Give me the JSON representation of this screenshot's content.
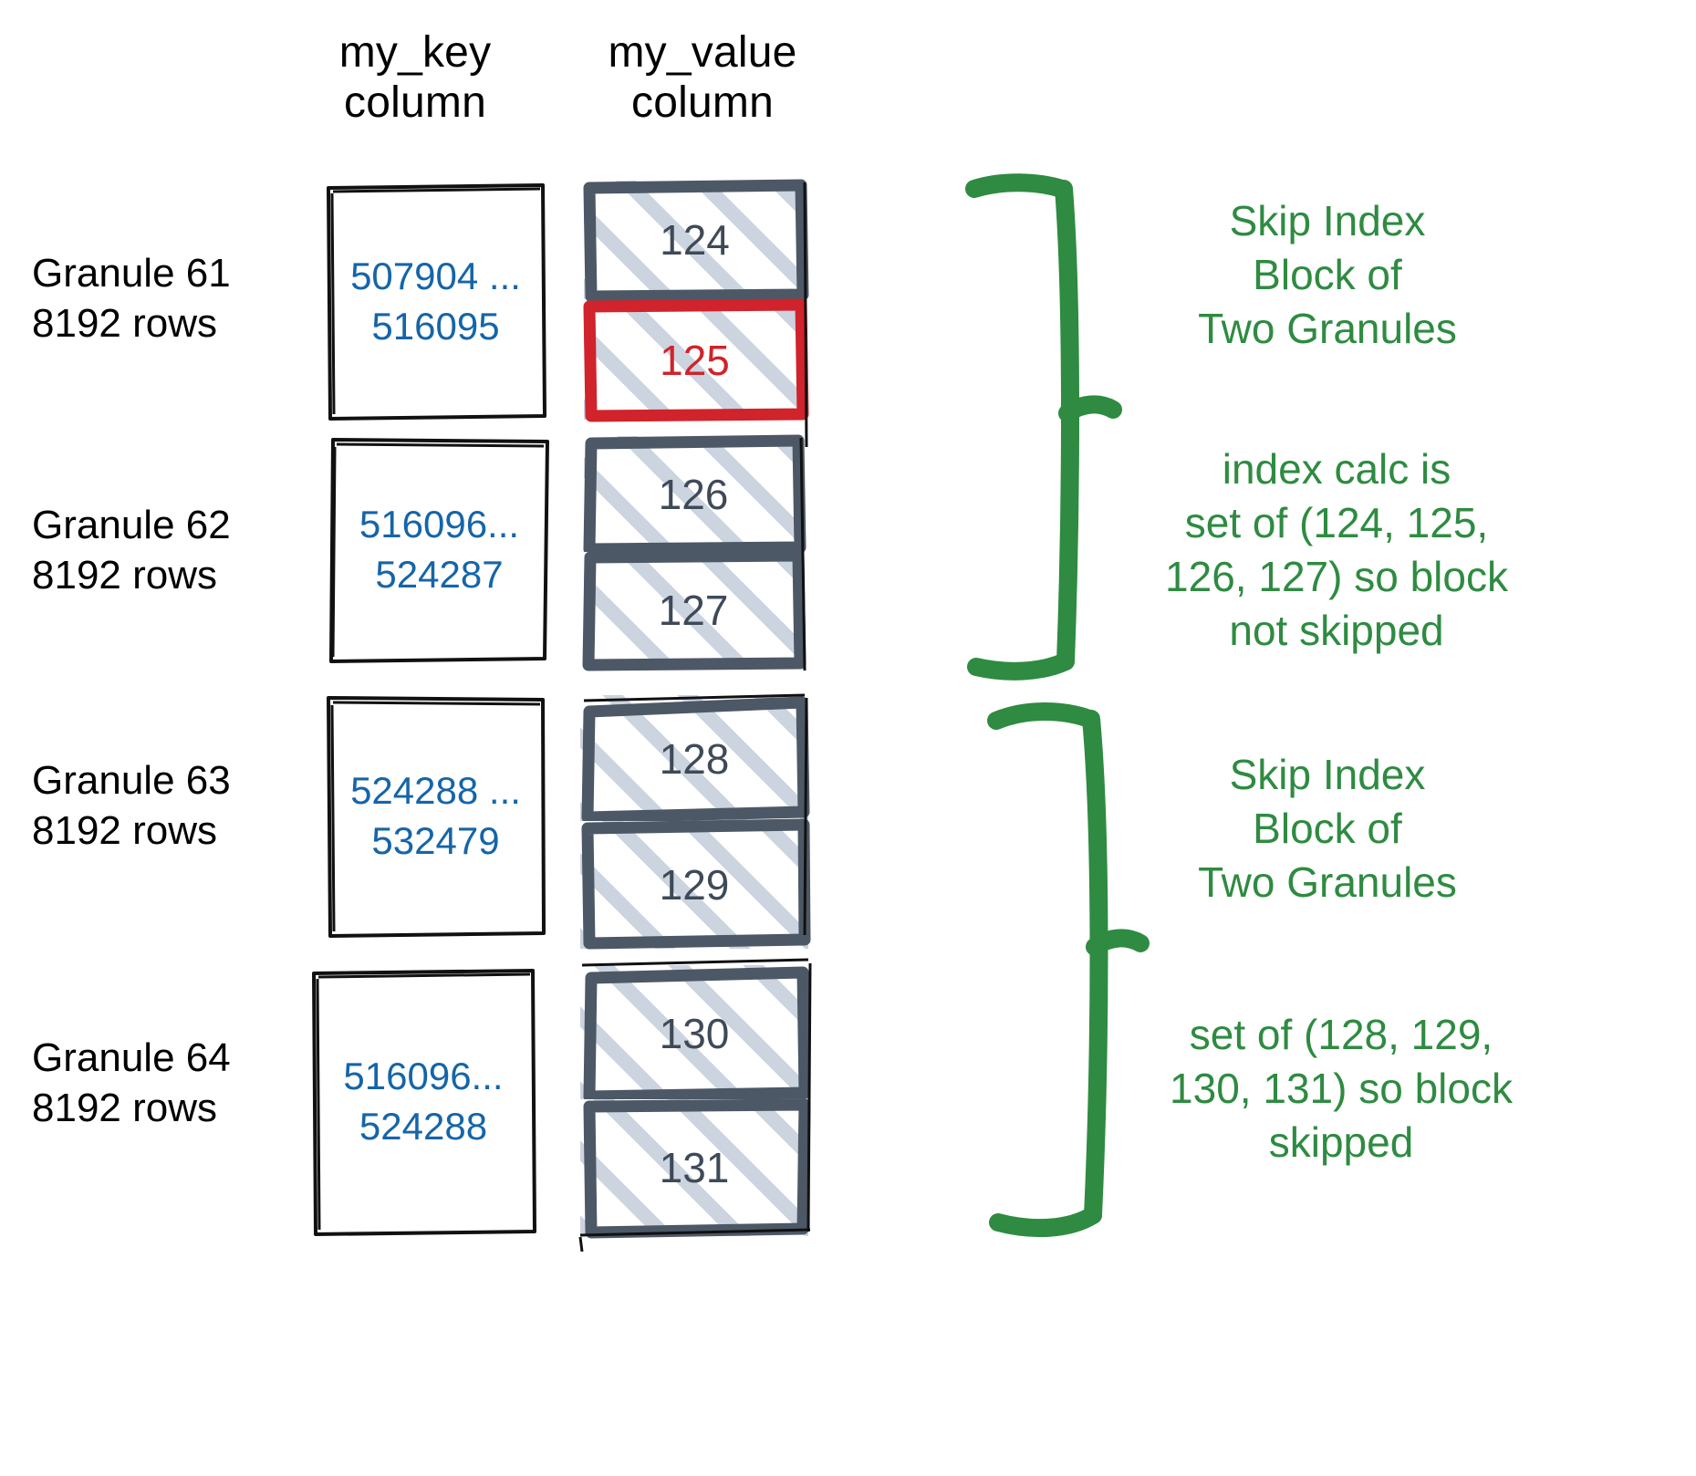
{
  "title": "ClickHouse skip index granule diagram",
  "colors": {
    "key_text": "#1565a8",
    "value_border": "#4d5866",
    "value_text": "#3f4a58",
    "hatch": "#ccd4e0",
    "highlight_red": "#d0232b",
    "annotation_green": "#2e8b41",
    "box_outline": "#111111"
  },
  "headers": {
    "key_column": {
      "line1": "my_key",
      "line2": "column"
    },
    "value_column": {
      "line1": "my_value",
      "line2": "column"
    }
  },
  "granules": [
    {
      "label_line1": "Granule 61",
      "label_line2": "8192 rows",
      "key_range_line1": "507904 ...",
      "key_range_line2": "516095",
      "values": [
        {
          "text": "124",
          "highlighted": false
        },
        {
          "text": "125",
          "highlighted": true
        }
      ]
    },
    {
      "label_line1": "Granule 62",
      "label_line2": "8192 rows",
      "key_range_line1": "516096...",
      "key_range_line2": "524287",
      "values": [
        {
          "text": "126",
          "highlighted": false
        },
        {
          "text": "127",
          "highlighted": false
        }
      ]
    },
    {
      "label_line1": "Granule 63",
      "label_line2": "8192 rows",
      "key_range_line1": "524288 ...",
      "key_range_line2": "532479",
      "values": [
        {
          "text": "128",
          "highlighted": false
        },
        {
          "text": "129",
          "highlighted": false
        }
      ]
    },
    {
      "label_line1": "Granule 64",
      "label_line2": "8192 rows",
      "key_range_line1": "516096...",
      "key_range_line2": "524288",
      "values": [
        {
          "text": "130",
          "highlighted": false
        },
        {
          "text": "131",
          "highlighted": false
        }
      ]
    }
  ],
  "annotations": [
    {
      "id": "block-a-title",
      "line1": "Skip Index",
      "line2": "Block of",
      "line3": "Two Granules"
    },
    {
      "id": "block-a-detail",
      "line1": "index calc is",
      "line2": "set of (124, 125,",
      "line3": "126, 127) so block",
      "line4": "not skipped"
    },
    {
      "id": "block-b-title",
      "line1": "Skip Index",
      "line2": "Block of",
      "line3": "Two Granules"
    },
    {
      "id": "block-b-detail",
      "line1": "set of (128, 129,",
      "line2": "130, 131) so block",
      "line3": "skipped"
    }
  ]
}
